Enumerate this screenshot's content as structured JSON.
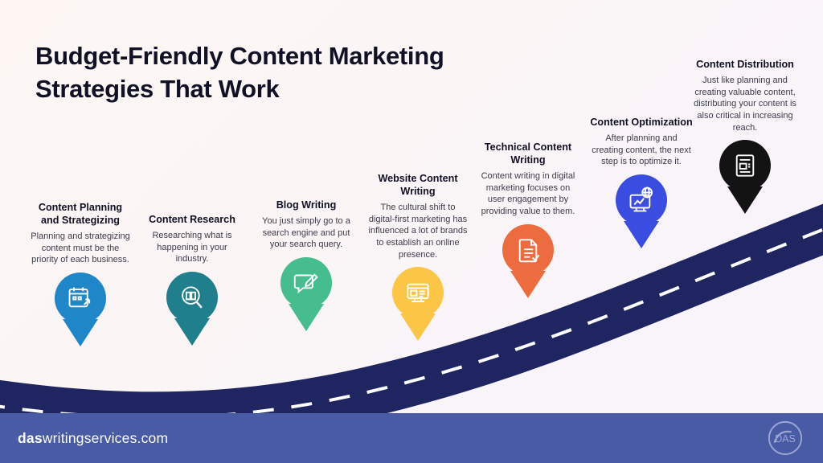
{
  "title": "Budget-Friendly Content Marketing Strategies That Work",
  "footer": {
    "brand_prefix": "das",
    "brand_suffix": "writingservices.com",
    "logo_icon": "das-monogram-logo",
    "background_color": "#4a5ba6"
  },
  "road": {
    "color": "#1f2560",
    "dash_color": "#ffffff",
    "shape": "curve-rising-left-to-right"
  },
  "steps": [
    {
      "index": 1,
      "title": "Content Planning and Strategizing",
      "description": "Planning and strategizing content must be the priority of each business.",
      "color": "#1f86c8",
      "icon": "calendar-chart-icon",
      "icon_color": "#ffffff"
    },
    {
      "index": 2,
      "title": "Content Research",
      "description": "Researching what is happening in your industry.",
      "color": "#1f7f8c",
      "icon": "magnifier-book-icon",
      "icon_color": "#ffffff"
    },
    {
      "index": 3,
      "title": "Blog Writing",
      "description": "You just simply go to a search engine and put your search query.",
      "color": "#45bd8f",
      "icon": "pencil-speech-bubble-icon",
      "icon_color": "#ffffff"
    },
    {
      "index": 4,
      "title": "Website Content Writing",
      "description": "The cultural shift to digital-first marketing has influenced a lot of brands to establish an online presence.",
      "color": "#fbc546",
      "icon": "desktop-monitor-icon",
      "icon_color": "#ffffff"
    },
    {
      "index": 5,
      "title": "Technical Content Writing",
      "description": "Content writing in digital marketing focuses on user engagement by providing value to them.",
      "color": "#ec6b3f",
      "icon": "document-checklist-icon",
      "icon_color": "#ffffff"
    },
    {
      "index": 6,
      "title": "Content Optimization",
      "description": "After planning and creating content, the next step is to optimize it.",
      "color": "#3b4ce0",
      "icon": "monitor-globe-seo-icon",
      "icon_color": "#ffffff"
    },
    {
      "index": 7,
      "title": "Content Distribution",
      "description": "Just like planning and creating valuable content, distributing your content is also critical in increasing reach.",
      "color": "#131313",
      "icon": "document-share-icon",
      "icon_color": "#ffffff"
    }
  ]
}
